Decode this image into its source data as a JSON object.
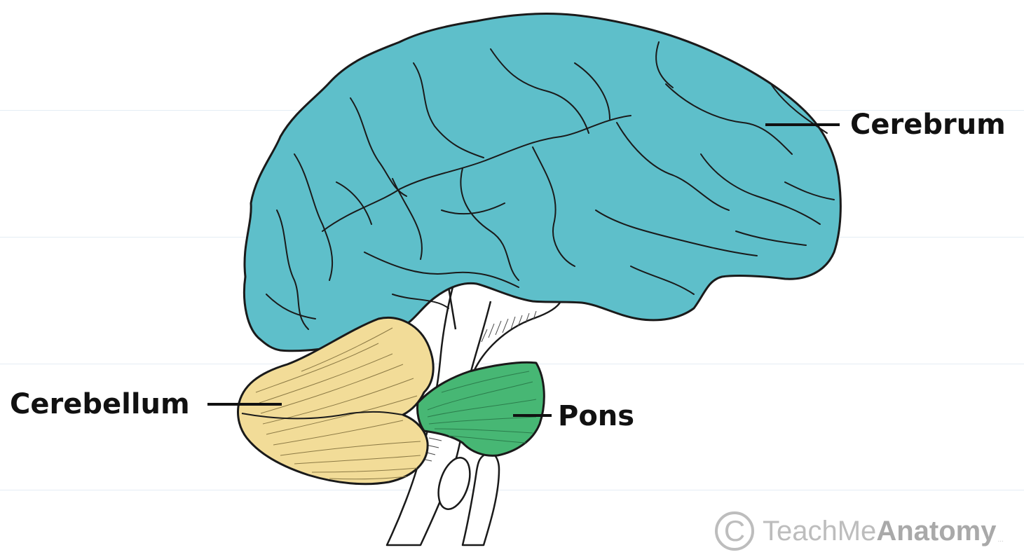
{
  "labels": {
    "cerebrum": "Cerebrum",
    "cerebellum": "Cerebellum",
    "pons": "Pons"
  },
  "watermark": {
    "symbol": "C",
    "brand_light": "TeachMe",
    "brand_bold": "Anatomy",
    "suffix": "..."
  },
  "colors": {
    "cerebrum": "#5ebfca",
    "cerebellum": "#f2dc98",
    "pons": "#47b774",
    "outline": "#1a1a1a",
    "brainstem": "#ffffff"
  }
}
